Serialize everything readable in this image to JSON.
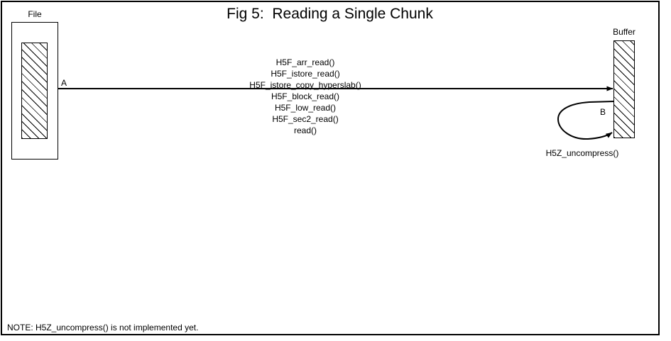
{
  "figure": {
    "title": "Fig 5:  Reading a Single Chunk"
  },
  "file": {
    "label": "File",
    "chunk_name": "file-chunk-hatched"
  },
  "buffer": {
    "label": "Buffer",
    "chunk_name": "buffer-hatched"
  },
  "arrows": {
    "main": {
      "label": "A",
      "direction": "file-to-buffer"
    },
    "loop": {
      "label": "B",
      "caption": "H5Z_uncompress()",
      "direction": "buffer-to-buffer"
    }
  },
  "call_stack": [
    "H5F_arr_read()",
    "H5F_istore_read()",
    "H5F_istore_copy_hyperslab()",
    "H5F_block_read()",
    "H5F_low_read()",
    "H5F_sec2_read()",
    "read()"
  ],
  "note": "NOTE: H5Z_uncompress() is not implemented yet.",
  "colors": {
    "stroke": "#000000",
    "background": "#ffffff"
  }
}
